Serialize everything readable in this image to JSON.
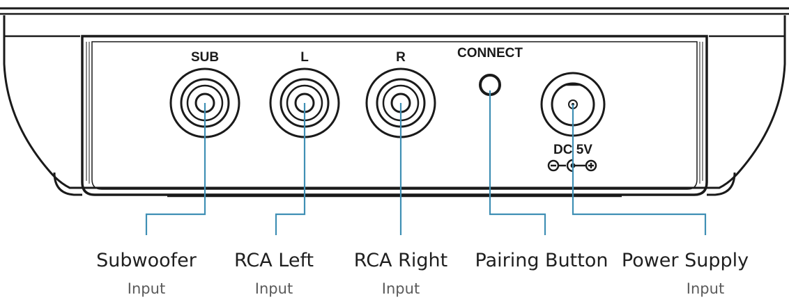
{
  "colors": {
    "outline": "#1a1a1a",
    "leader_line": "#3f8fb4",
    "callout_text": "#1f1f1f",
    "callout_subtext": "#5a5a5a"
  },
  "panel": {
    "labels": {
      "sub": "SUB",
      "left": "L",
      "right": "R",
      "connect": "CONNECT",
      "dc": "DC 5V"
    }
  },
  "callouts": [
    {
      "title": "Subwoofer",
      "subtitle": "Input"
    },
    {
      "title": "RCA Left",
      "subtitle": "Input"
    },
    {
      "title": "RCA Right",
      "subtitle": "Input"
    },
    {
      "title": "Pairing Button",
      "subtitle": ""
    },
    {
      "title": "Power Supply",
      "subtitle": "Input"
    }
  ]
}
